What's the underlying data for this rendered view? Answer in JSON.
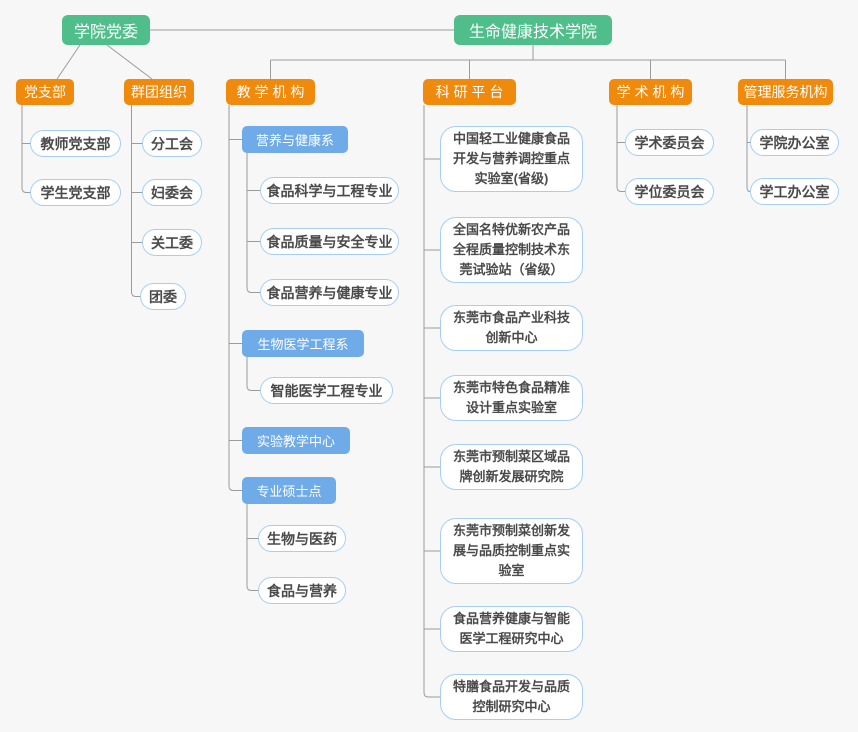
{
  "colors": {
    "green": "#4fbe8b",
    "orange": "#f08a0d",
    "blue": "#6fabe8",
    "pill_border": "#a6cef2",
    "pill_text": "#4a4a4a",
    "line": "#9b9b9b",
    "bg": "#f7f7f7"
  },
  "party_committee": {
    "label": "学院党委",
    "branches": [
      {
        "label": "党支部",
        "children": [
          {
            "label": "教师党支部"
          },
          {
            "label": "学生党支部"
          }
        ]
      },
      {
        "label": "群团组织",
        "children": [
          {
            "label": "分工会"
          },
          {
            "label": "妇委会"
          },
          {
            "label": "关工委"
          },
          {
            "label": "团委"
          }
        ]
      }
    ]
  },
  "college": {
    "label": "生命健康技术学院",
    "branches": [
      {
        "label": "教 学 机 构",
        "children": [
          {
            "label": "营养与健康系",
            "children": [
              {
                "label": "食品科学与工程专业"
              },
              {
                "label": "食品质量与安全专业"
              },
              {
                "label": "食品营养与健康专业"
              }
            ]
          },
          {
            "label": "生物医学工程系",
            "children": [
              {
                "label": "智能医学工程专业"
              }
            ]
          },
          {
            "label": "实验教学中心",
            "children": []
          },
          {
            "label": "专业硕士点",
            "children": [
              {
                "label": "生物与医药"
              },
              {
                "label": "食品与营养"
              }
            ]
          }
        ]
      },
      {
        "label": "科 研 平 台",
        "children": [
          {
            "label": "中国轻工业健康食品\n开发与营养调控重点\n实验室(省级)"
          },
          {
            "label": "全国名特优新农产品\n全程质量控制技术东\n莞试验站（省级）"
          },
          {
            "label": "东莞市食品产业科技\n创新中心"
          },
          {
            "label": "东莞市特色食品精准\n设计重点实验室"
          },
          {
            "label": "东莞市预制菜区域品\n牌创新发展研究院"
          },
          {
            "label": "东莞市预制菜创新发\n展与品质控制重点实\n验室"
          },
          {
            "label": "食品营养健康与智能\n医学工程研究中心"
          },
          {
            "label": "特膳食品开发与品质\n控制研究中心"
          }
        ]
      },
      {
        "label": "学 术 机 构",
        "children": [
          {
            "label": "学术委员会"
          },
          {
            "label": "学位委员会"
          }
        ]
      },
      {
        "label": "管理服务机构",
        "children": [
          {
            "label": "学院办公室"
          },
          {
            "label": "学工办公室"
          }
        ]
      }
    ]
  }
}
